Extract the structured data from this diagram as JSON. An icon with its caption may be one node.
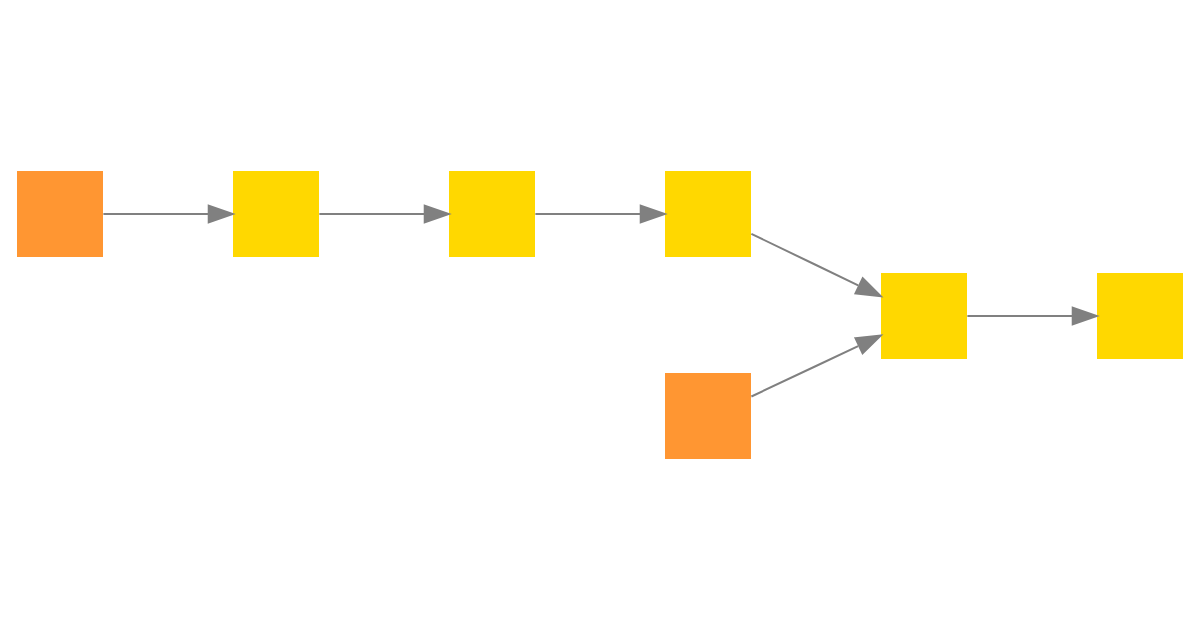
{
  "diagram": {
    "nodes": [
      {
        "text": [],
        "shape": "box"
      },
      {
        "text": [],
        "shape": "box"
      },
      {
        "text": [],
        "shape": "box"
      },
      {
        "text": [],
        "shape": "box"
      },
      {
        "text": [],
        "shape": "box"
      },
      {
        "text": [],
        "shape": "box"
      },
      {
        "text": [],
        "shape": "box"
      }
    ],
    "edges": [
      {
        "from": 0,
        "to": 1,
        "arrow": "to"
      },
      {
        "from": 1,
        "to": 2,
        "arrow": "to"
      },
      {
        "from": 2,
        "to": 3,
        "arrow": "to"
      },
      {
        "from": 3,
        "to": 5,
        "arrow": "to"
      },
      {
        "from": 4,
        "to": 5,
        "arrow": "to"
      },
      {
        "from": 5,
        "to": 6,
        "arrow": "to"
      }
    ]
  }
}
